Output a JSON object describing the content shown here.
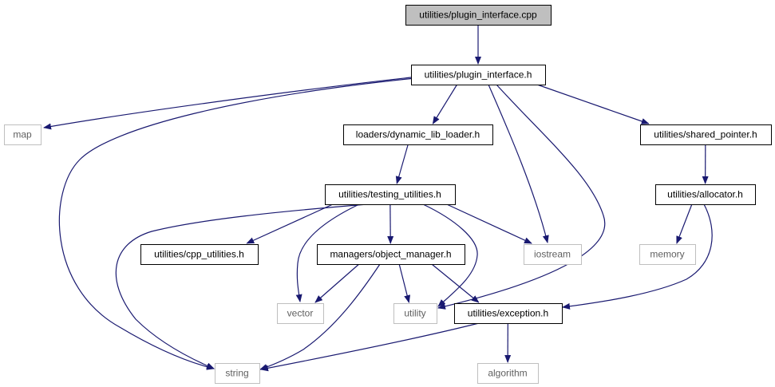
{
  "colors": {
    "edge": "#191970",
    "root_fill": "#bfbfbf",
    "internal_border": "#000000",
    "external_border": "#bfbfbf",
    "external_text": "#5f5f5f",
    "text": "#000000"
  },
  "nodes": {
    "plugin_interface_cpp": {
      "label": "utilities/plugin_interface.cpp",
      "kind": "root"
    },
    "plugin_interface_h": {
      "label": "utilities/plugin_interface.h",
      "kind": "internal"
    },
    "map": {
      "label": "map",
      "kind": "external"
    },
    "dynamic_lib_loader_h": {
      "label": "loaders/dynamic_lib_loader.h",
      "kind": "internal"
    },
    "shared_pointer_h": {
      "label": "utilities/shared_pointer.h",
      "kind": "internal"
    },
    "testing_utilities_h": {
      "label": "utilities/testing_utilities.h",
      "kind": "internal"
    },
    "allocator_h": {
      "label": "utilities/allocator.h",
      "kind": "internal"
    },
    "cpp_utilities_h": {
      "label": "utilities/cpp_utilities.h",
      "kind": "internal"
    },
    "object_manager_h": {
      "label": "managers/object_manager.h",
      "kind": "internal"
    },
    "iostream": {
      "label": "iostream",
      "kind": "external"
    },
    "memory": {
      "label": "memory",
      "kind": "external"
    },
    "vector": {
      "label": "vector",
      "kind": "external"
    },
    "utility": {
      "label": "utility",
      "kind": "external"
    },
    "exception_h": {
      "label": "utilities/exception.h",
      "kind": "internal"
    },
    "string": {
      "label": "string",
      "kind": "external"
    },
    "algorithm": {
      "label": "algorithm",
      "kind": "external"
    }
  },
  "edges": [
    [
      "plugin_interface_cpp",
      "plugin_interface_h"
    ],
    [
      "plugin_interface_h",
      "map"
    ],
    [
      "plugin_interface_h",
      "string"
    ],
    [
      "plugin_interface_h",
      "dynamic_lib_loader_h"
    ],
    [
      "plugin_interface_h",
      "iostream"
    ],
    [
      "plugin_interface_h",
      "utility"
    ],
    [
      "plugin_interface_h",
      "shared_pointer_h"
    ],
    [
      "dynamic_lib_loader_h",
      "testing_utilities_h"
    ],
    [
      "testing_utilities_h",
      "string"
    ],
    [
      "testing_utilities_h",
      "cpp_utilities_h"
    ],
    [
      "testing_utilities_h",
      "vector"
    ],
    [
      "testing_utilities_h",
      "object_manager_h"
    ],
    [
      "testing_utilities_h",
      "utility"
    ],
    [
      "testing_utilities_h",
      "iostream"
    ],
    [
      "object_manager_h",
      "vector"
    ],
    [
      "object_manager_h",
      "string"
    ],
    [
      "object_manager_h",
      "utility"
    ],
    [
      "object_manager_h",
      "exception_h"
    ],
    [
      "shared_pointer_h",
      "allocator_h"
    ],
    [
      "allocator_h",
      "memory"
    ],
    [
      "allocator_h",
      "exception_h"
    ],
    [
      "exception_h",
      "string"
    ],
    [
      "exception_h",
      "algorithm"
    ]
  ]
}
